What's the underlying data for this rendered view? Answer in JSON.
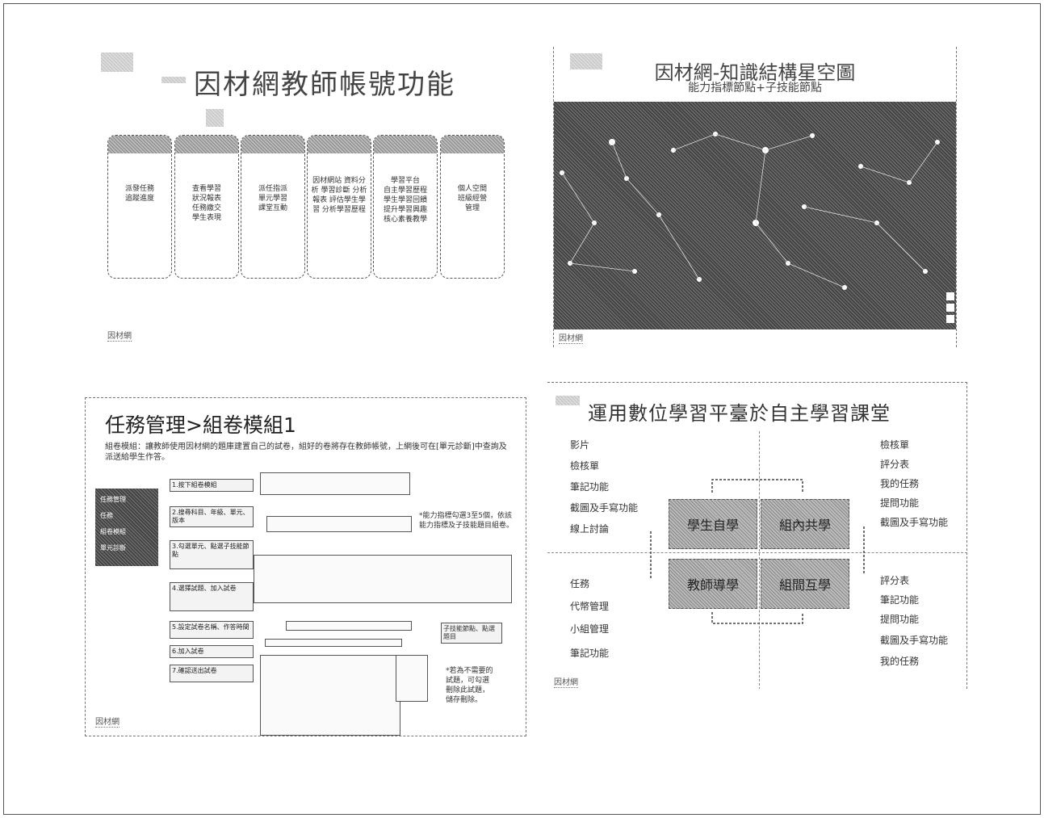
{
  "slide1": {
    "title": "因材網教師帳號功能",
    "logo": "因材網",
    "cards": [
      {
        "label": "派發任務\n追蹤進度"
      },
      {
        "label": "查看學習\n狀況報表\n任務繳交\n學生表現"
      },
      {
        "label": "派任指派\n單元學習\n課堂互動"
      },
      {
        "label": "因材網站\n資料分析\n學習診斷\n分析報表\n評估學生學習\n分析學習歷程"
      },
      {
        "label": "學習平台\n自主學習歷程\n學生學習回饋\n提升學習興趣\n核心素養教學"
      },
      {
        "label": "個人空間\n班級經營\n管理"
      }
    ]
  },
  "slide2": {
    "title": "因材網-知識結構星空圖",
    "subtitle": "能力指標節點+子技能節點",
    "logo": "因材網"
  },
  "slide3": {
    "title": "任務管理>組卷模組1",
    "desc": "組卷模組：讓教師使用因材網的題庫建置自己的試卷，組好的卷將存在教師帳號，上網後可在[單元診斷]中查詢及派送給學生作答。",
    "steps": [
      "1.按下組卷模組",
      "2.搜尋科目、年級、單元、版本",
      "3.勾選單元、點選子技能節點",
      "4.選擇試題、加入試卷",
      "5.設定試卷名稱、作答時間",
      "6.加入試卷",
      "7.確認送出試卷"
    ],
    "note1": "*能力指標勾選3至5個，依該能力指標及子技能題目組卷。",
    "note2": "子技能節點、點選題目",
    "note3": "*若為不需要的試題，可勾選刪除此試題，儲存刪除。",
    "side_items": [
      "任務管理",
      "任務",
      "組卷模組",
      "單元診斷"
    ],
    "logo": "因材網"
  },
  "slide4": {
    "title": "運用數位學習平臺於自主學習課堂",
    "quadrants": [
      "學生自學",
      "組內共學",
      "教師導學",
      "組間互學"
    ],
    "left_top": [
      "影片",
      "檢核單",
      "筆記功能",
      "截圖及手寫功能",
      "線上討論"
    ],
    "right_top": [
      "檢核單",
      "評分表",
      "我的任務",
      "提問功能",
      "截圖及手寫功能"
    ],
    "left_bottom": [
      "任務",
      "代幣管理",
      "小組管理",
      "筆記功能"
    ],
    "right_bottom": [
      "評分表",
      "筆記功能",
      "提問功能",
      "截圖及手寫功能",
      "我的任務"
    ],
    "logo": "因材網"
  }
}
